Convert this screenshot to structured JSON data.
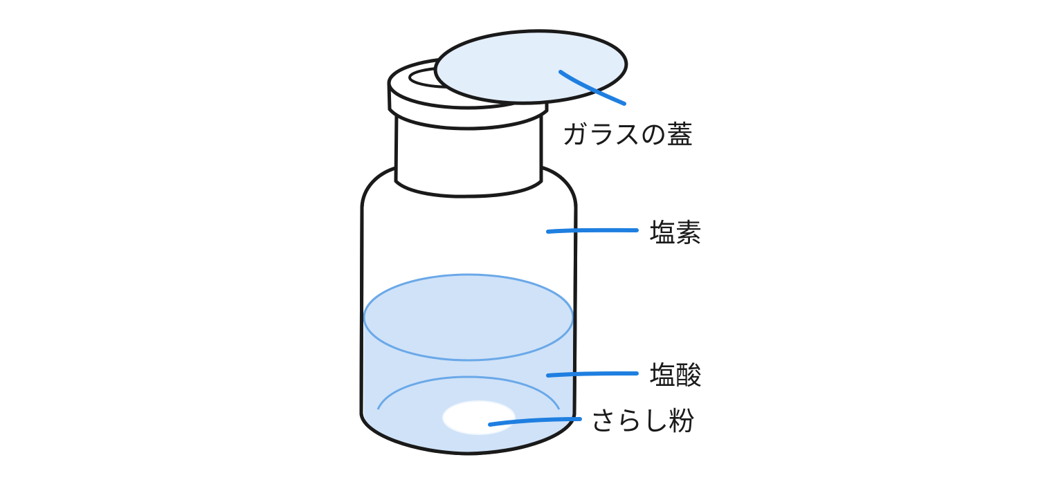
{
  "labels": {
    "glass_lid": "ガラスの蓋",
    "chlorine": "塩素",
    "hydrochloric_acid": "塩酸",
    "bleaching_powder": "さらし粉"
  },
  "colors": {
    "outline": "#1a1a1a",
    "leader": "#1f7fe0",
    "liquid": "#cfe2f8",
    "liquid_edge": "#6aa8e8",
    "lid_fill": "#e3eefb",
    "powder": "#ffffff"
  }
}
